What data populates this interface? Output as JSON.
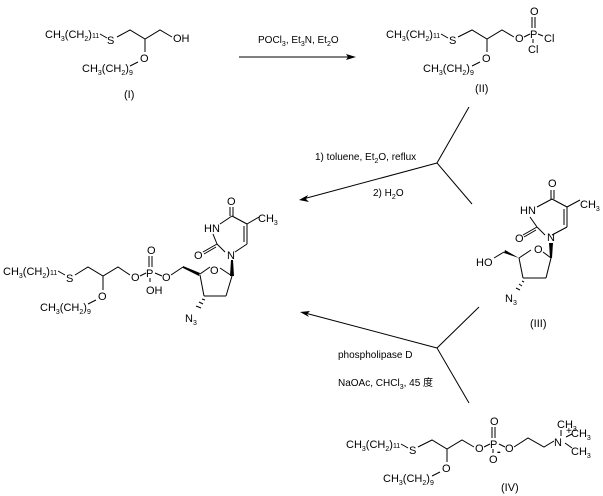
{
  "compounds": {
    "I": {
      "label": "(I)",
      "chain1": {
        "base": "CH",
        "s1": "3",
        "mid": "(CH",
        "s2": "2",
        "close": ")",
        "s3": "11"
      },
      "chain2": {
        "base": "CH",
        "s1": "3",
        "mid": "(CH",
        "s2": "2",
        "close": ")",
        "s3": "9"
      },
      "atoms": {
        "S": "S",
        "O": "O",
        "OH": "OH"
      }
    },
    "II": {
      "label": "(II)",
      "chain1": {
        "base": "CH",
        "s1": "3",
        "mid": "(CH",
        "s2": "2",
        "close": ")",
        "s3": "11"
      },
      "chain2": {
        "base": "CH",
        "s1": "3",
        "mid": "(CH",
        "s2": "2",
        "close": ")",
        "s3": "9"
      },
      "atoms": {
        "S": "S",
        "O": "O",
        "O2": "O",
        "P": "P",
        "Odb": "O",
        "Cl1": "Cl",
        "Cl2": "Cl"
      }
    },
    "III": {
      "label": "(III)",
      "atoms": {
        "O4": "O",
        "HN": "HN",
        "CH3": "CH",
        "CH3sub": "3",
        "O2": "O",
        "N1": "N",
        "Oring": "O",
        "HO": "HO",
        "N3": "N",
        "N3sub": "3"
      }
    },
    "IV": {
      "label": "(IV)",
      "chain1": {
        "base": "CH",
        "s1": "3",
        "mid": "(CH",
        "s2": "2",
        "close": ")",
        "s3": "11"
      },
      "chain2": {
        "base": "CH",
        "s1": "3",
        "mid": "(CH",
        "s2": "2",
        "close": ")",
        "s3": "9"
      },
      "atoms": {
        "S": "S",
        "O": "O",
        "O1": "O",
        "P": "P",
        "Odb": "O",
        "Om": "O",
        "minus": "-",
        "O2": "O",
        "N": "N",
        "plus": "+",
        "Me1": "CH",
        "Me2": "CH",
        "Me3": "CH",
        "Mesub": "3"
      }
    },
    "product": {
      "chain1": {
        "base": "CH",
        "s1": "3",
        "mid": "(CH",
        "s2": "2",
        "close": ")",
        "s3": "11"
      },
      "chain2": {
        "base": "CH",
        "s1": "3",
        "mid": "(CH",
        "s2": "2",
        "close": ")",
        "s3": "9"
      },
      "atoms": {
        "S": "S",
        "O": "O",
        "O1": "O",
        "P": "P",
        "Odb": "O",
        "OH": "OH",
        "O2": "O",
        "Oring": "O",
        "N3": "N",
        "N3sub": "3",
        "N1": "N",
        "O2u": "O",
        "HN": "HN",
        "O4": "O",
        "CH3": "CH",
        "CH3sub": "3"
      }
    }
  },
  "reactions": {
    "step1": {
      "reagents": [
        {
          "t": "POCl",
          "s": "3"
        },
        {
          "t": ", Et",
          "s": "3"
        },
        {
          "t": "N, Et",
          "s": "2"
        },
        {
          "t": "O",
          "s": ""
        }
      ]
    },
    "step2": {
      "line1": [
        {
          "t": "1) toluene, Et",
          "s": "2"
        },
        {
          "t": "O, reflux",
          "s": ""
        }
      ],
      "line2": [
        {
          "t": "2) H",
          "s": "2"
        },
        {
          "t": "O",
          "s": ""
        }
      ]
    },
    "step3": {
      "line1": "phospholipase D",
      "line2": [
        {
          "t": "NaOAc, CHCl",
          "s": "3"
        },
        {
          "t": ", 45 度",
          "s": ""
        }
      ]
    }
  }
}
